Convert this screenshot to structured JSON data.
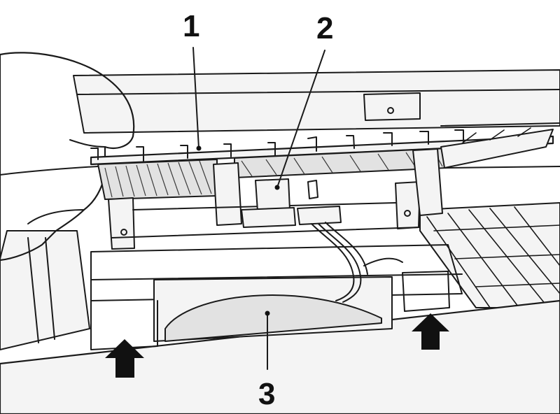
{
  "callouts": {
    "c1": "1",
    "c2": "2",
    "c3": "3"
  },
  "icons": {
    "arrow_left": "up-arrow-icon",
    "arrow_right": "up-arrow-icon"
  },
  "colors": {
    "background": "#ffffff",
    "line": "#1a1a1a",
    "panel_light": "#f4f4f4",
    "panel_shade": "#e2e2e2"
  }
}
